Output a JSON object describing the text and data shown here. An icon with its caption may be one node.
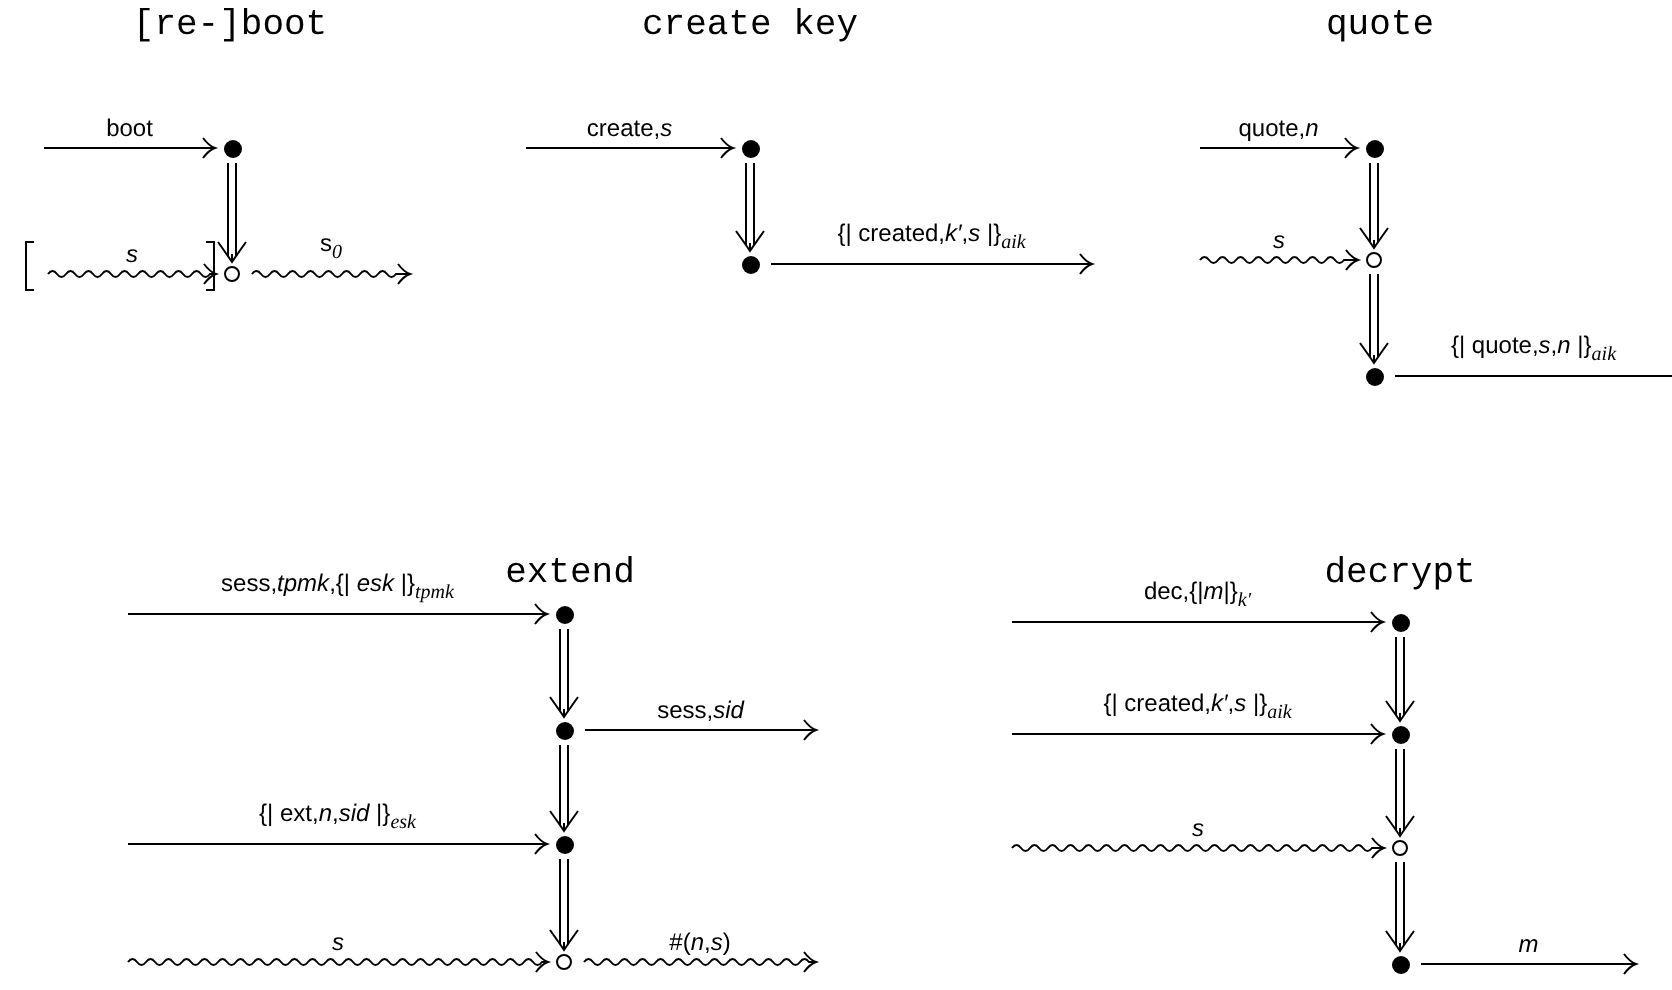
{
  "diagram": {
    "nodes": [
      {
        "text": [],
        "shape": "dot"
      },
      {
        "text": [],
        "shape": "circle"
      },
      {
        "text": [],
        "shape": "dot"
      },
      {
        "text": [],
        "shape": "dot"
      },
      {
        "text": [],
        "shape": "dot"
      },
      {
        "text": [],
        "shape": "circle"
      },
      {
        "text": [],
        "shape": "dot"
      },
      {
        "text": [],
        "shape": "dot"
      },
      {
        "text": [],
        "shape": "dot"
      },
      {
        "text": [],
        "shape": "dot"
      },
      {
        "text": [],
        "shape": "circle"
      },
      {
        "text": [],
        "shape": "dot"
      },
      {
        "text": [],
        "shape": "dot"
      },
      {
        "text": [],
        "shape": "circle"
      },
      {
        "text": [],
        "shape": "dot"
      }
    ],
    "edges": [
      {
        "from": null,
        "to": 0,
        "arrow": "to",
        "label": "boot"
      },
      {
        "from": 0,
        "to": 1,
        "arrow": "to"
      },
      {
        "from": null,
        "to": 1,
        "arrow": "to",
        "label": "*s*"
      },
      {
        "from": 1,
        "to": null,
        "arrow": "to",
        "label": "s$_{0}$"
      },
      {
        "from": null,
        "to": 2,
        "arrow": "to",
        "label": "create,*s*"
      },
      {
        "from": 2,
        "to": 3,
        "arrow": "to"
      },
      {
        "from": 3,
        "to": null,
        "arrow": "to",
        "label": "{| created,*k′*,*s* |}$_{aik}$"
      },
      {
        "from": null,
        "to": 4,
        "arrow": "to",
        "label": "quote,*n*"
      },
      {
        "from": 4,
        "to": 5,
        "arrow": "to"
      },
      {
        "from": null,
        "to": 5,
        "arrow": "to",
        "label": "*s*"
      },
      {
        "from": 5,
        "to": 6,
        "arrow": "to"
      },
      {
        "from": 6,
        "to": null,
        "arrow": "none",
        "label": "{| quote,*s*,*n* |}$_{aik}$"
      },
      {
        "from": null,
        "to": 7,
        "arrow": "to",
        "label": "sess,*tpmk*,{| *esk* |}$_{tpmk}$"
      },
      {
        "from": 7,
        "to": 8,
        "arrow": "to"
      },
      {
        "from": 8,
        "to": null,
        "arrow": "to",
        "label": "sess,*sid*"
      },
      {
        "from": 8,
        "to": 9,
        "arrow": "to"
      },
      {
        "from": null,
        "to": 9,
        "arrow": "to",
        "label": "{| ext,*n*,*sid* |}$_{esk}$"
      },
      {
        "from": 9,
        "to": 10,
        "arrow": "to"
      },
      {
        "from": null,
        "to": 10,
        "arrow": "to",
        "label": "*s*"
      },
      {
        "from": 10,
        "to": null,
        "arrow": "to",
        "label": "#(*n*,*s*)"
      },
      {
        "from": null,
        "to": 11,
        "arrow": "to",
        "label": "dec,{|*m*|}$_{k′}$"
      },
      {
        "from": 11,
        "to": 12,
        "arrow": "to"
      },
      {
        "from": null,
        "to": 12,
        "arrow": "to",
        "label": "{| created,*k′*,*s* |}$_{aik}$"
      },
      {
        "from": 12,
        "to": 13,
        "arrow": "to"
      },
      {
        "from": null,
        "to": 13,
        "arrow": "to",
        "label": "*s*"
      },
      {
        "from": 13,
        "to": 14,
        "arrow": "to"
      },
      {
        "from": 14,
        "to": null,
        "arrow": "to",
        "label": "*m*"
      }
    ],
    "labels": [
      "[re-]boot",
      "create key",
      "quote",
      "extend",
      "decrypt"
    ]
  }
}
